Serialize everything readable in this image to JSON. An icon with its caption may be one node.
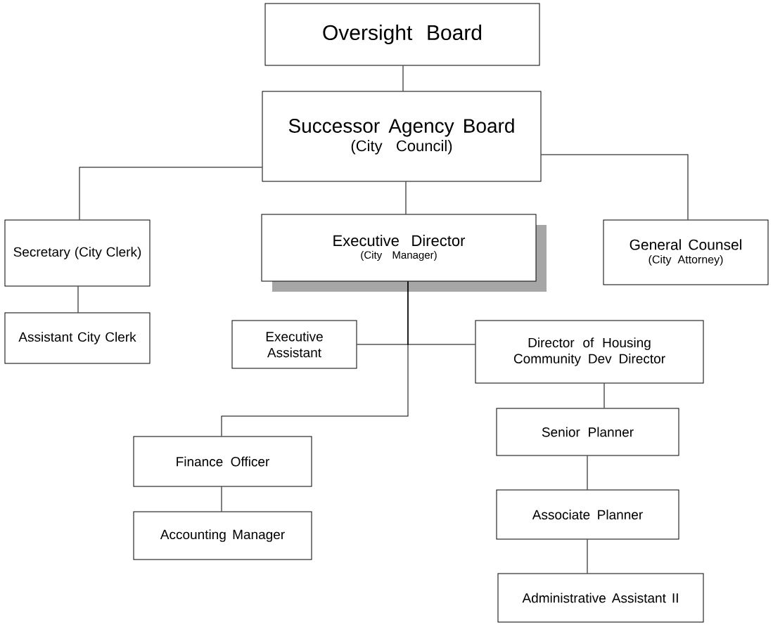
{
  "diagram": {
    "nodes": [
      {
        "text": [
          "Oversight Board"
        ]
      },
      {
        "text": [
          "Successor Agency Board",
          "(City Council)"
        ]
      },
      {
        "text": [
          "Secretary (City Clerk)"
        ]
      },
      {
        "text": [
          "Executive Director",
          "(City Manager)"
        ]
      },
      {
        "text": [
          "General Counsel",
          "(City Attorney)"
        ]
      },
      {
        "text": [
          "Assistant City Clerk"
        ]
      },
      {
        "text": [
          "Executive Assistant"
        ]
      },
      {
        "text": [
          "Director of Housing Community Dev Director"
        ]
      },
      {
        "text": [
          "Finance Officer"
        ]
      },
      {
        "text": [
          "Senior Planner"
        ]
      },
      {
        "text": [
          "Accounting Manager"
        ]
      },
      {
        "text": [
          "Associate Planner"
        ]
      },
      {
        "text": [
          "Administrative Assistant II"
        ]
      }
    ],
    "edges": [
      {
        "from": 0,
        "to": 1,
        "arrow": "none"
      },
      {
        "from": 1,
        "to": 2,
        "arrow": "none"
      },
      {
        "from": 1,
        "to": 4,
        "arrow": "none"
      },
      {
        "from": 1,
        "to": 3,
        "arrow": "none"
      },
      {
        "from": 2,
        "to": 5,
        "arrow": "none"
      },
      {
        "from": 3,
        "to": 6,
        "arrow": "none"
      },
      {
        "from": 3,
        "to": 7,
        "arrow": "none"
      },
      {
        "from": 3,
        "to": 8,
        "arrow": "none"
      },
      {
        "from": 7,
        "to": 9,
        "arrow": "none"
      },
      {
        "from": 8,
        "to": 10,
        "arrow": "none"
      },
      {
        "from": 9,
        "to": 11,
        "arrow": "none"
      },
      {
        "from": 11,
        "to": 12,
        "arrow": "none"
      }
    ]
  }
}
